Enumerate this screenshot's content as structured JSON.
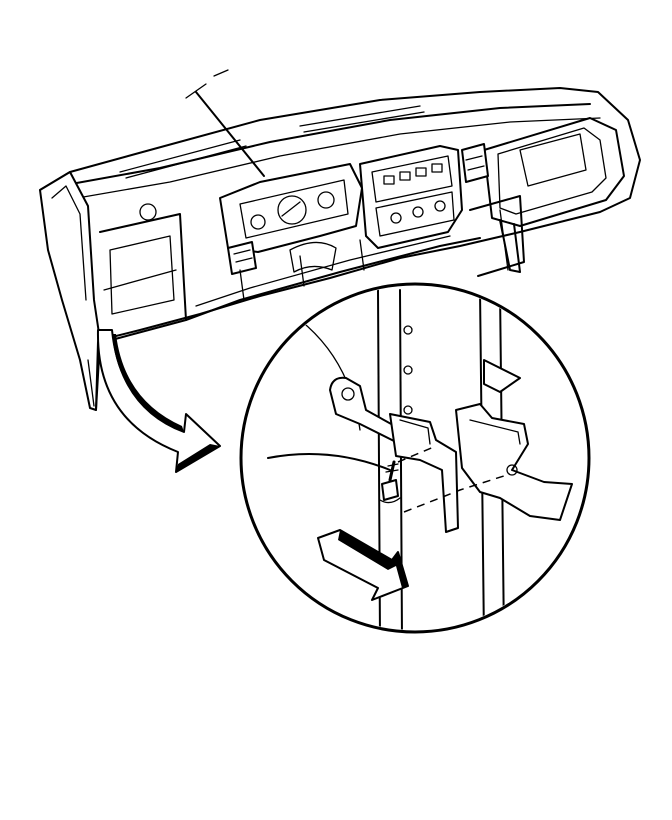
{
  "figure": {
    "subject": "instrument-panel-carrier-bracket-fastener",
    "callout_arrow_direction": "down-right",
    "detail_arrow_direction": "forward",
    "background_color": "#ffffff",
    "line_color": "#000000"
  }
}
